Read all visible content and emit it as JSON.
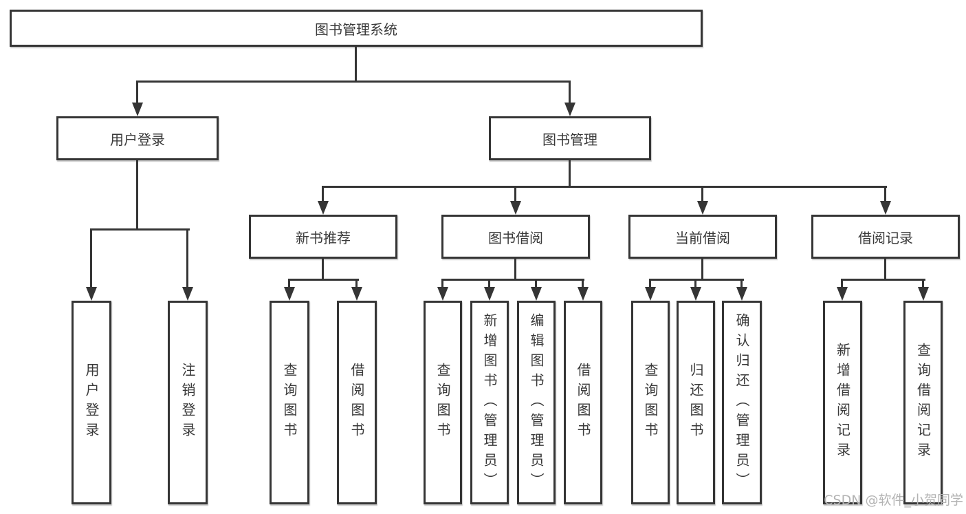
{
  "tree": {
    "root": "图书管理系统",
    "children": [
      {
        "label": "用户登录",
        "children": [
          "用户登录",
          "注销登录"
        ]
      },
      {
        "label": "图书管理",
        "children": [
          {
            "label": "新书推荐",
            "children": [
              "查询图书",
              "借阅图书"
            ]
          },
          {
            "label": "图书借阅",
            "children": [
              "查询图书",
              "新增图书（管理员）",
              "编辑图书（管理员）",
              "借阅图书"
            ]
          },
          {
            "label": "当前借阅",
            "children": [
              "查询图书",
              "归还图书",
              "确认归还（管理员）"
            ]
          },
          {
            "label": "借阅记录",
            "children": [
              "新增借阅记录",
              "查询借阅记录"
            ]
          }
        ]
      }
    ]
  },
  "watermark": "CSDN @软件_小贺同学",
  "colors": {
    "line": "#353535",
    "text": "#3a3a3a",
    "watermark": "#b3b3b3",
    "background": "#ffffff"
  }
}
